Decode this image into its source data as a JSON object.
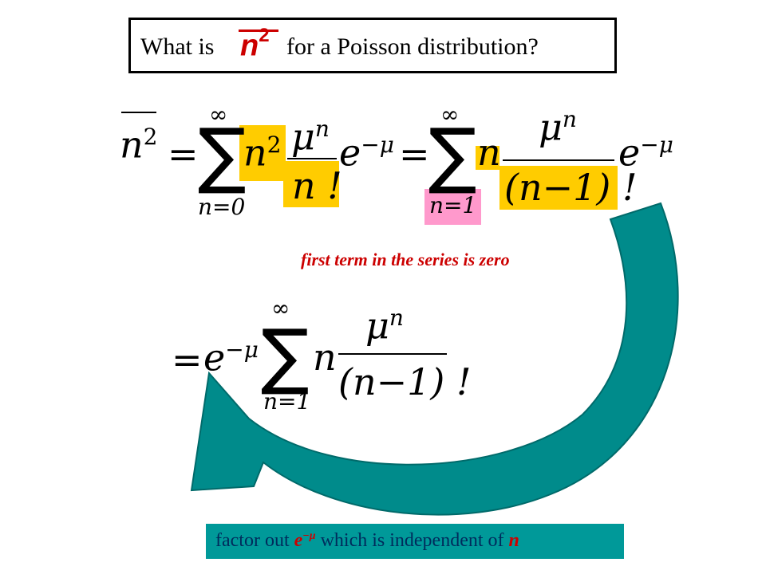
{
  "title": {
    "prefix": "What is",
    "symbol": "n",
    "exponent": "2",
    "suffix": "for a Poisson distribution?"
  },
  "equation1": {
    "lhs_base": "n",
    "lhs_exp": "2",
    "equals": "=",
    "sum_upper": "∞",
    "sum_lower_1": "n=0",
    "sum_lower_2": "n=1",
    "term_n2": "n",
    "term_n2_exp": "2",
    "mu": "μ",
    "mu_exp": "n",
    "den1": "n !",
    "exp_term": "e",
    "exp_sup": "−μ",
    "term_n": "n",
    "den2": "(n−1) !"
  },
  "note": "first term in the series is zero",
  "equation2": {
    "equals": "=",
    "exp_term": "e",
    "exp_sup": "−μ",
    "sum_upper": "∞",
    "sum_lower": "n=1",
    "term_n": "n",
    "mu": "μ",
    "mu_exp": "n",
    "den": "(n−1) !"
  },
  "footer": {
    "part1": "factor out",
    "e": "e",
    "e_sup": "−μ",
    "part2": "which is independent of",
    "n": "n"
  },
  "colors": {
    "title_symbol": "#cc0000",
    "highlight_yellow": "#ffcc00",
    "highlight_pink": "#ff99cc",
    "arrow": "#008b8b",
    "footer_bg": "#009999",
    "note": "#cc0000"
  }
}
